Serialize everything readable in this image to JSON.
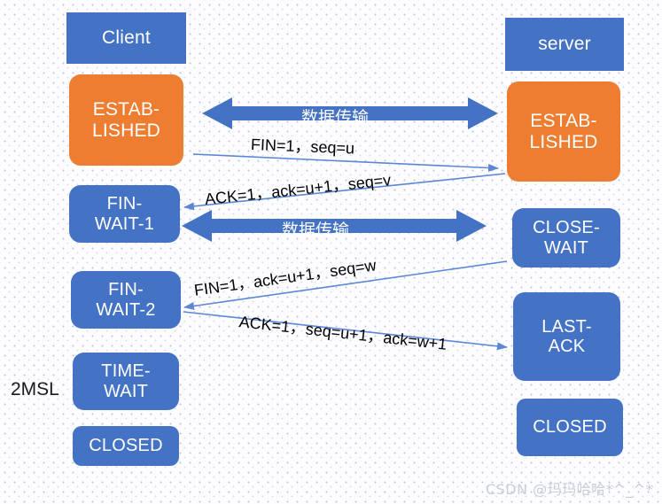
{
  "title": "TCP Four-Way Handshake Connection Termination Diagram",
  "colors": {
    "blue": "#4472C4",
    "orange": "#ED7D31",
    "arrow_line": "#5B87D4",
    "text_dark": "#1a1a1a",
    "text_light": "#ffffff",
    "watermark": "#c9cdd8",
    "background": "#fdfdff"
  },
  "headers": {
    "client": "Client",
    "server": "server"
  },
  "client_states": [
    {
      "id": "client-established",
      "label": "ESTAB-\nLISHED",
      "color": "orange"
    },
    {
      "id": "client-fin-wait-1",
      "label": "FIN-\nWAIT-1",
      "color": "blue"
    },
    {
      "id": "client-fin-wait-2",
      "label": "FIN-\nWAIT-2",
      "color": "blue"
    },
    {
      "id": "client-time-wait",
      "label": "TIME-\nWAIT",
      "color": "blue"
    },
    {
      "id": "client-closed",
      "label": "CLOSED",
      "color": "blue"
    }
  ],
  "server_states": [
    {
      "id": "server-established",
      "label": "ESTAB-\nLISHED",
      "color": "orange"
    },
    {
      "id": "server-close-wait",
      "label": "CLOSE-\nWAIT",
      "color": "blue"
    },
    {
      "id": "server-last-ack",
      "label": "LAST-\nACK",
      "color": "blue"
    },
    {
      "id": "server-closed",
      "label": "CLOSED",
      "color": "blue"
    }
  ],
  "data_transfer_bars": [
    {
      "id": "data-transfer-1",
      "label": "数据传输",
      "direction": "bidirectional"
    },
    {
      "id": "data-transfer-2",
      "label": "数据传输",
      "direction": "bidirectional"
    }
  ],
  "messages": [
    {
      "id": "msg-fin-1",
      "label": "FIN=1，seq=u",
      "direction": "client-to-server"
    },
    {
      "id": "msg-ack-1",
      "label": "ACK=1，ack=u+1，seq=v",
      "direction": "server-to-client"
    },
    {
      "id": "msg-fin-2",
      "label": "FIN=1，ack=u+1，seq=w",
      "direction": "server-to-client"
    },
    {
      "id": "msg-ack-2",
      "label": "ACK=1，seq=u+1，ack=w+1",
      "direction": "client-to-server"
    }
  ],
  "annotations": {
    "msl": "2MSL"
  },
  "watermark": "CSDN @玛玛哈哈*^_^*"
}
